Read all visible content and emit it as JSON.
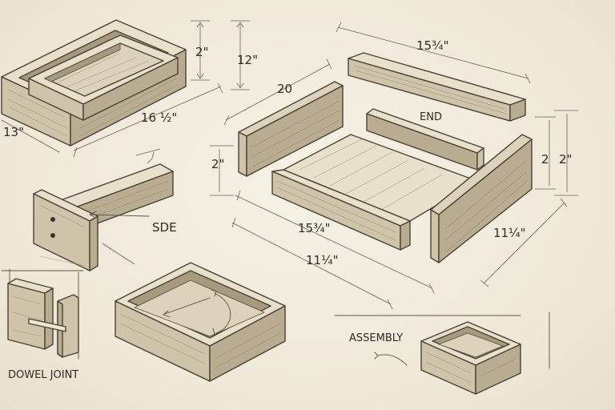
{
  "labels": {
    "top_left_height_inner": "2\"",
    "top_left_height_outer": "12\"",
    "top_left_length": "16 ½\"",
    "top_left_width": "13\"",
    "rail_length": "15¾\"",
    "depth_20": "20",
    "end": "END",
    "side_height": "2\"",
    "right_height_a": "2",
    "right_height_b": "2\"",
    "sde": "SDE",
    "bottom_length_a": "15¾\"",
    "bottom_length_b": "11¼\"",
    "right_length": "11¼\"",
    "dowel_joint": "DOWEL JOINT",
    "assembly": "ASSEMBLY"
  }
}
